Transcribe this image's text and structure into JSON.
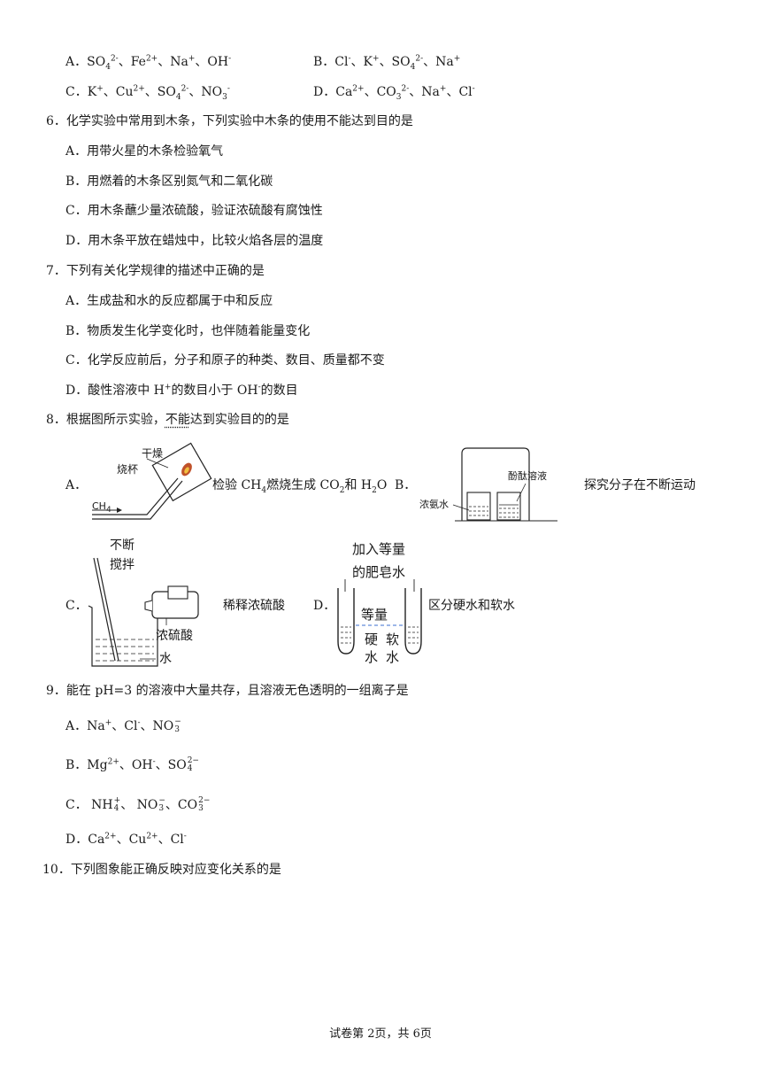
{
  "q5": {
    "optA_label": "A．",
    "optA": [
      {
        "t": "SO"
      },
      {
        "sub": "4"
      },
      {
        "sup": "2-"
      },
      {
        "t": "、Fe"
      },
      {
        "sup": "2+"
      },
      {
        "t": "、Na"
      },
      {
        "sup": "+"
      },
      {
        "t": "、OH"
      },
      {
        "sup": "-"
      }
    ],
    "optB_label": "B．",
    "optB": [
      {
        "t": "Cl"
      },
      {
        "sup": "-"
      },
      {
        "t": "、K"
      },
      {
        "sup": "+"
      },
      {
        "t": "、SO"
      },
      {
        "sub": "4"
      },
      {
        "sup": "2-"
      },
      {
        "t": "、Na"
      },
      {
        "sup": "+"
      }
    ],
    "optC_label": "C．",
    "optC": [
      {
        "t": "K"
      },
      {
        "sup": "+"
      },
      {
        "t": "、Cu"
      },
      {
        "sup": "2+"
      },
      {
        "t": "、SO"
      },
      {
        "sub": "4"
      },
      {
        "sup": "2-"
      },
      {
        "t": "、NO"
      },
      {
        "sub": "3"
      },
      {
        "sup": "-"
      }
    ],
    "optD_label": "D．",
    "optD": [
      {
        "t": "Ca"
      },
      {
        "sup": "2+"
      },
      {
        "t": "、CO"
      },
      {
        "sub": "3"
      },
      {
        "sup": "2-"
      },
      {
        "t": "、Na"
      },
      {
        "sup": "+"
      },
      {
        "t": "、Cl"
      },
      {
        "sup": "-"
      }
    ]
  },
  "q6": {
    "stem": "6．化学实验中常用到木条，下列实验中木条的使用不能达到目的是",
    "A": "A．用带火星的木条检验氧气",
    "B": "B．用燃着的木条区别氮气和二氧化碳",
    "C": "C．用木条蘸少量浓硫酸，验证浓硫酸有腐蚀性",
    "D": "D．用木条平放在蜡烛中，比较火焰各层的温度"
  },
  "q7": {
    "stem": "7．下列有关化学规律的描述中正确的是",
    "A": "A．生成盐和水的反应都属于中和反应",
    "B": "B．物质发生化学变化时，也伴随着能量变化",
    "C": "C．化学反应前后，分子和原子的种类、数目、质量都不变",
    "D_pre": "D．酸性溶液中 H",
    "D_sup1": "+",
    "D_mid": "的数目小于 OH",
    "D_sup2": "-",
    "D_post": "的数目"
  },
  "q8": {
    "stem_pre": "8．根据图所示实验，",
    "stem_emph": "不能",
    "stem_post": "达到实验目的的是",
    "A_label": "A．",
    "A_fig": {
      "dry": "干燥",
      "beaker": "烧杯",
      "gas": "CH",
      "gas_sub": "4"
    },
    "A_text_pre": "检验 CH",
    "A_text_sub1": "4",
    "A_text_mid": "燃烧生成 CO",
    "A_text_sub2": "2",
    "A_text_mid2": "和 H",
    "A_text_sub3": "2",
    "A_text_post": "O",
    "B_label": "B．",
    "B_fig": {
      "phenol": "酚酞溶液",
      "ammonia": "浓氨水"
    },
    "B_text": "探究分子在不断运动",
    "C_label": "C．",
    "C_fig": {
      "stir1": "不断",
      "stir2": "搅拌",
      "acid": "浓硫酸",
      "water": "水"
    },
    "C_text": "稀释浓硫酸",
    "D_label": "D．",
    "D_fig": {
      "add1": "加入等量",
      "add2": "的肥皂水",
      "equal": "等量",
      "hard1": "硬",
      "hard2": "水",
      "soft1": "软",
      "soft2": "水"
    },
    "D_text": "区分硬水和软水"
  },
  "q9": {
    "stem": "9．能在 pH=3 的溶液中大量共存，且溶液无色透明的一组离子是",
    "A_label": "A．",
    "A": [
      {
        "t": "Na"
      },
      {
        "sup": "+"
      },
      {
        "t": "、Cl"
      },
      {
        "sup": "-"
      },
      {
        "t": "、NO"
      },
      {
        "frac": [
          "−",
          "3"
        ]
      }
    ],
    "B_label": "B．",
    "B": [
      {
        "t": "Mg"
      },
      {
        "sup": "2+"
      },
      {
        "t": "、OH"
      },
      {
        "sup": "-"
      },
      {
        "t": "、SO"
      },
      {
        "frac": [
          "2−",
          "4"
        ]
      }
    ],
    "C_label": "C．",
    "C": [
      {
        "t": " NH"
      },
      {
        "frac": [
          "+",
          "4"
        ]
      },
      {
        "t": "、 NO"
      },
      {
        "frac": [
          "−",
          "3"
        ]
      },
      {
        "t": "、CO"
      },
      {
        "frac": [
          "2−",
          "3"
        ]
      }
    ],
    "D_label": "D．",
    "D": [
      {
        "t": "Ca"
      },
      {
        "sup": "2+"
      },
      {
        "t": "、Cu"
      },
      {
        "sup": "2+"
      },
      {
        "t": "、Cl"
      },
      {
        "sup": "-"
      }
    ]
  },
  "q10": {
    "stem": "10．下列图象能正确反映对应变化关系的是"
  },
  "footer": "试卷第 2页，共 6页"
}
